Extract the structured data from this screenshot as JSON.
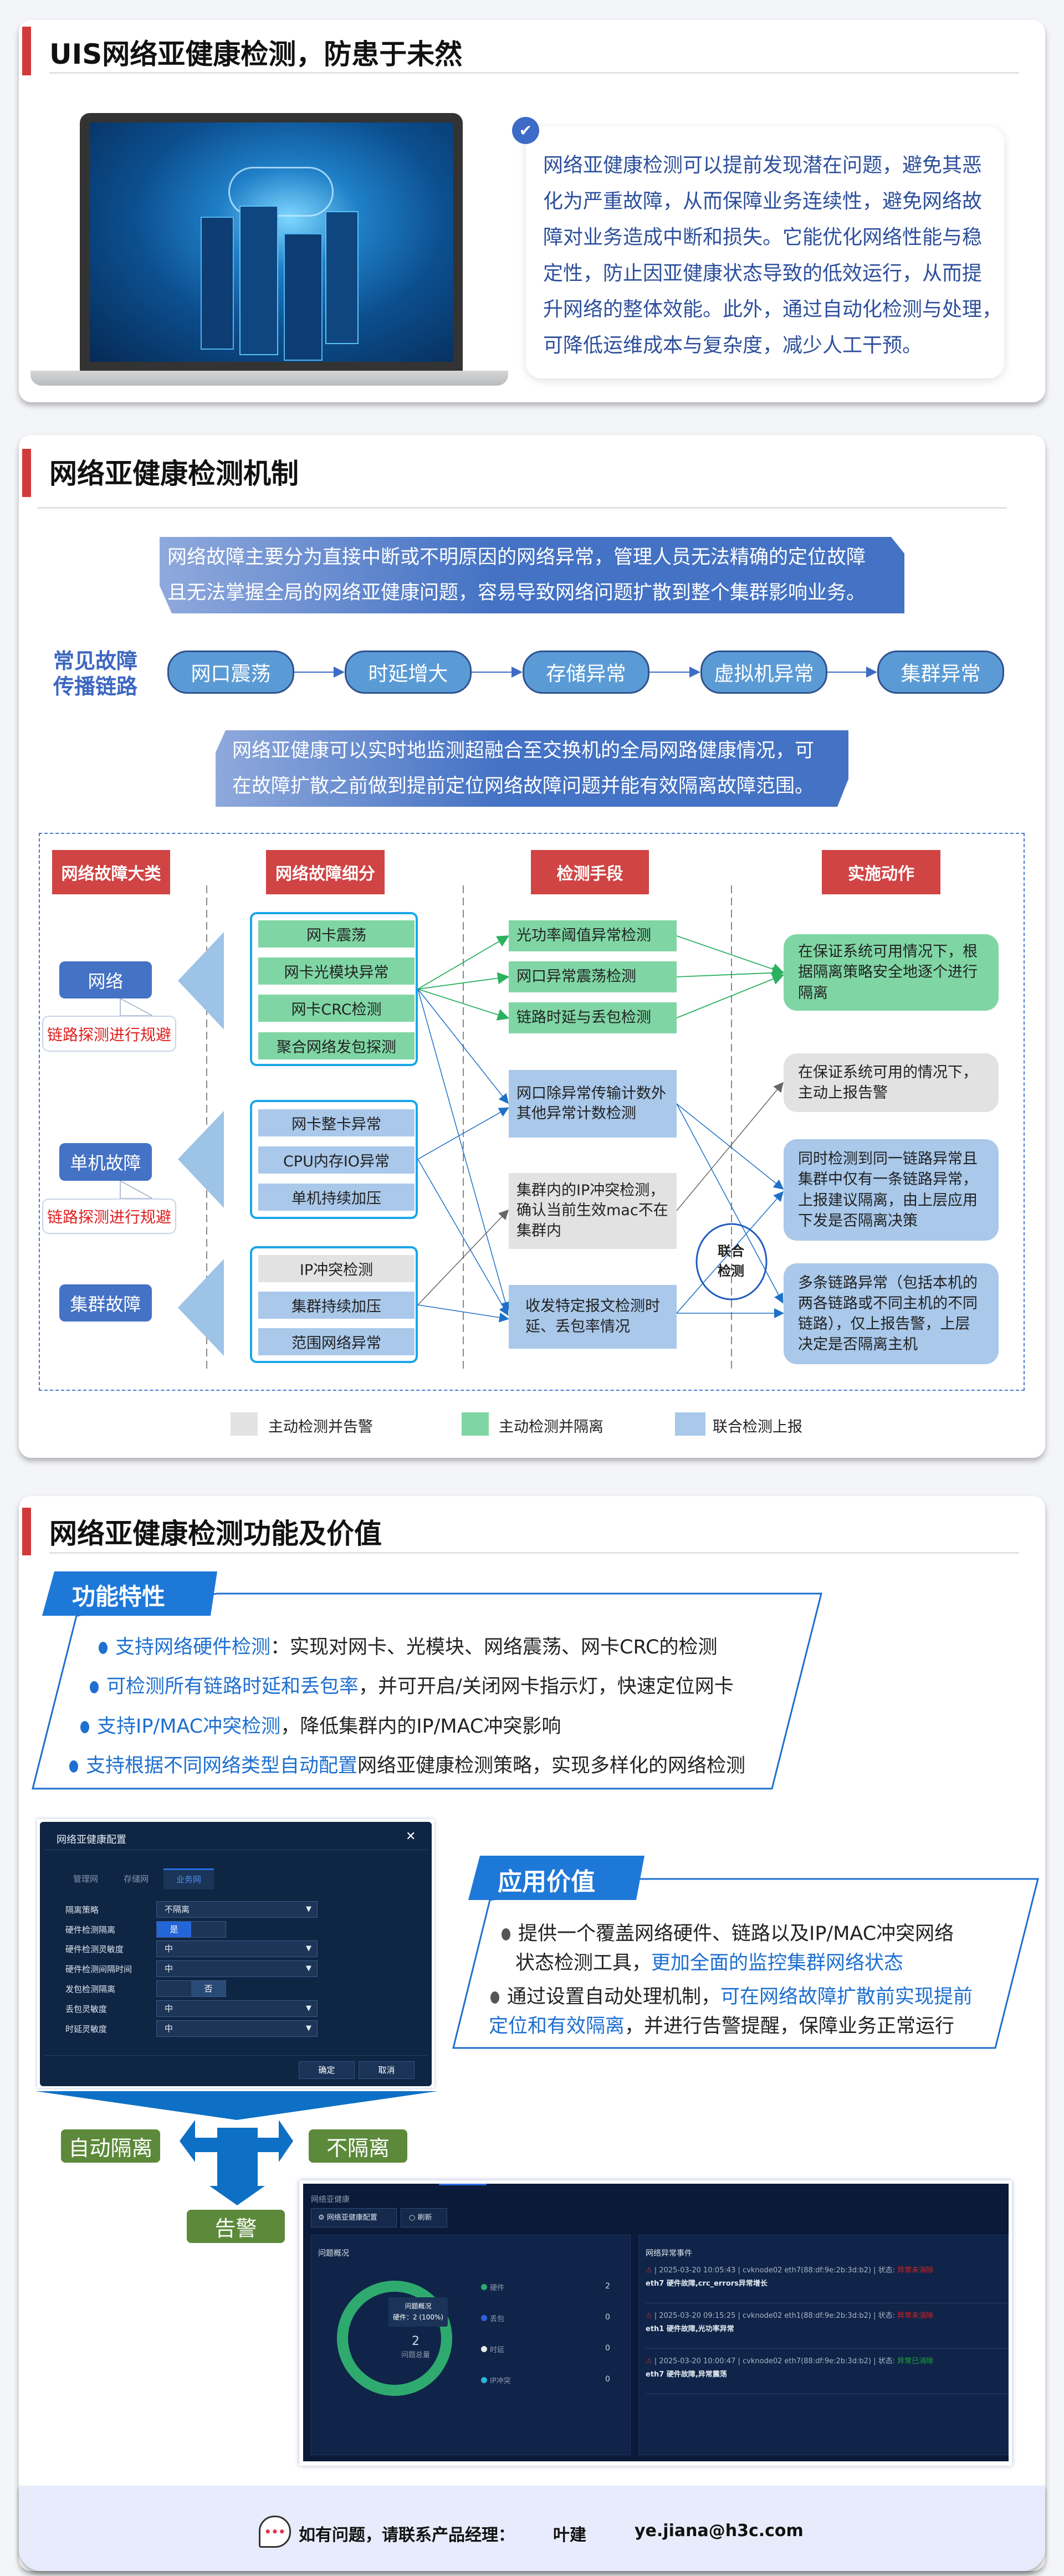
{
  "section1": {
    "title": "UIS网络亚健康检测，防患于未然",
    "intro_lines": [
      "网络亚健康检测可以提前发现潜在问题，避免其恶",
      "化为严重故障，从而保障业务连续性，避免网络故",
      "障对业务造成中断和损失。它能优化网络性能与稳",
      "定性，防止因亚健康状态导致的低效运行，从而提",
      "升网络的整体效能。此外，通过自动化检测与处理，",
      "可降低运维成本与复杂度，减少人工干预。"
    ]
  },
  "section2": {
    "title": "网络亚健康检测机制",
    "callout1": [
      "网络故障主要分为直接中断或不明原因的网络异常，管理人员无法精确的定位故障",
      "且无法掌握全局的网络亚健康问题，容易导致网络问题扩散到整个集群影响业务。"
    ],
    "chain_label": [
      "常见故障",
      "传播链路"
    ],
    "chain": [
      "网口震荡",
      "时延增大",
      "存储异常",
      "虚拟机异常",
      "集群异常"
    ],
    "callout2": [
      "网络亚健康可以实时地监测超融合至交换机的全局网路健康情况，可",
      "在故障扩散之前做到提前定位网络故障问题并能有效隔离故障范围。"
    ],
    "diagram": {
      "headers": [
        "网络故障大类",
        "网络故障细分",
        "检测手段",
        "实施动作"
      ],
      "categories": [
        "网络",
        "单机故障",
        "集群故障"
      ],
      "notes": [
        "链路探测进行规避",
        "链路探测进行规避"
      ],
      "group1": [
        "网卡震荡",
        "网卡光模块异常",
        "网卡CRC检测",
        "聚合网络发包探测"
      ],
      "group2": [
        "网卡整卡异常",
        "CPU内存IO异常",
        "单机持续加压"
      ],
      "group3": [
        "IP冲突检测",
        "集群持续加压",
        "范围网络异常"
      ],
      "detections": [
        "光功率阈值异常检测",
        "网口异常震荡检测",
        "链路时延与丢包检测",
        "网口除异常传输计数外其他异常计数检测",
        "集群内的IP冲突检测，确认当前生效mac不在集群内",
        "收发特定报文检测时延、丢包率情况"
      ],
      "actions": [
        "在保证系统可用情况下，根据隔离策略安全地逐个进行隔离",
        "在保证系统可用的情况下，主动上报告警",
        "同时检测到同一链路异常且集群中仅有一条链路异常，上报建议隔离，由上层应用下发是否隔离决策",
        "多条链路异常（包括本机的两各链路或不同主机的不同链路），仅上报告警，上层决定是否隔离主机"
      ],
      "joint_label": [
        "联合",
        "检测"
      ],
      "legend": [
        "主动检测并告警",
        "主动检测并隔离",
        "联合检测上报"
      ],
      "colors": {
        "header": "#d04444",
        "green": "#7fd6a4",
        "blue": "#a9c8ea",
        "gray": "#e2e2e2",
        "category": "#4472c4"
      }
    }
  },
  "section3": {
    "title": "网络亚健康检测功能及价值",
    "features_title": "功能特性",
    "features": [
      {
        "hl": "支持网络硬件检测",
        "rest": "：实现对网卡、光模块、网络震荡、网卡CRC的检测"
      },
      {
        "hl": "可检测所有链路时延和丢包率",
        "rest": "，并可开启/关闭网卡指示灯，快速定位网卡"
      },
      {
        "hl": "支持IP/MAC冲突检测",
        "rest": "，降低集群内的IP/MAC冲突影响"
      },
      {
        "hl": "支持根据不同网络类型自动配置",
        "rest": "网络亚健康检测策略，实现多样化的网络检测"
      }
    ],
    "value_title": "应用价值",
    "values": {
      "v1a": "提供一个覆盖网络硬件、链路以及IP/MAC冲突网络",
      "v1b": "状态检测工具，",
      "v1c": "更加全面的监控集群网络状态",
      "v2a": "通过设置自动处理机制，",
      "v2b": "可在网络故障扩散前实现提前",
      "v2c": "定位和有效隔离",
      "v2d": "，并进行告警提醒，保障业务正常运行"
    },
    "dialog": {
      "title": "网络亚健康配置",
      "close": "✕",
      "tabs": [
        "管理网",
        "存储网",
        "业务网"
      ],
      "rows": [
        {
          "label": "隔离策略",
          "value": "不隔离"
        },
        {
          "label": "硬件检测隔离",
          "value": "是"
        },
        {
          "label": "硬件检测灵敏度",
          "value": "中"
        },
        {
          "label": "硬件检测间隔时间",
          "value": "中"
        },
        {
          "label": "发包检测隔离",
          "value": "否"
        },
        {
          "label": "丢包灵敏度",
          "value": "中"
        },
        {
          "label": "时延灵敏度",
          "value": "中"
        }
      ],
      "ok": "确定",
      "cancel": "取消"
    },
    "flow": {
      "auto": "自动隔离",
      "none": "不隔离",
      "alarm": "告警"
    },
    "monitor": {
      "title": "网络亚健康",
      "config_btn": "网络亚健康配置",
      "refresh_btn": "刷新",
      "overview_title": "问题概况",
      "total": "2",
      "total_label": "问题总量",
      "tooltip_title": "问题概况",
      "tooltip_value": "硬件：2 (100%)",
      "legend": [
        {
          "name": "硬件",
          "value": "2",
          "color": "#2faa6f"
        },
        {
          "name": "丢包",
          "value": "0",
          "color": "#2f5fe0"
        },
        {
          "name": "时延",
          "value": "0",
          "color": "#e8e8e8"
        },
        {
          "name": "IP冲突",
          "value": "0",
          "color": "#2bb5d8"
        }
      ],
      "events_title": "网络异常事件",
      "events": [
        {
          "time": "2025-03-20 10:05:43",
          "node": "cvknode02 eth7(88:df:9e:2b:3d:b2)",
          "status_label": "状态:",
          "status": "异常未消除",
          "status_color": "#e02020",
          "desc": "eth7 硬件故障,crc_errors异常增长"
        },
        {
          "time": "2025-03-20 09:15:25",
          "node": "cvknode02 eth1(88:df:9e:2b:3d:b2)",
          "status_label": "状态:",
          "status": "异常未消除",
          "status_color": "#e02020",
          "desc": "eth1 硬件故障,光功率异常"
        },
        {
          "time": "2025-03-20 10:00:47",
          "node": "cvknode02 eth7(88:df:9e:2b:3d:b2)",
          "status_label": "状态:",
          "status": "异常已消除",
          "status_color": "#22a83a",
          "desc": "eth7 硬件故障,异常震荡"
        }
      ]
    }
  },
  "footer": {
    "text": "如有问题，请联系产品经理：",
    "name": "叶建",
    "email": "ye.jiana@h3c.com"
  }
}
